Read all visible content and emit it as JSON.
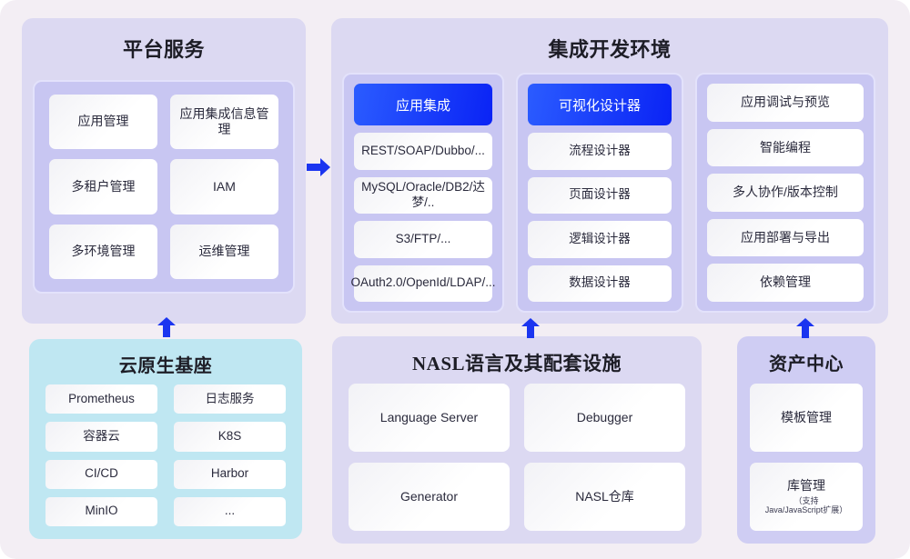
{
  "meta": {
    "background_color": "#f3eef4",
    "accent_blue": "#1b35f0",
    "panel_purple": "#dcd9f2",
    "inner_purple": "#c8c6f2",
    "cloud_cyan": "#bfe7f2",
    "asset_purple": "#cfcdf3"
  },
  "platform_services": {
    "title": "平台服务",
    "items": [
      "应用管理",
      "应用集成信息管理",
      "多租户管理",
      "IAM",
      "多环境管理",
      "运维管理"
    ]
  },
  "ide": {
    "title": "集成开发环境",
    "columns": [
      {
        "header": "应用集成",
        "items": [
          "REST/SOAP/Dubbo/...",
          "MySQL/Oracle/DB2/达梦/..",
          "S3/FTP/...",
          "OAuth2.0/OpenId/LDAP/..."
        ]
      },
      {
        "header": "可视化设计器",
        "items": [
          "流程设计器",
          "页面设计器",
          "逻辑设计器",
          "数据设计器"
        ]
      },
      {
        "header": null,
        "items": [
          "应用调试与预览",
          "智能编程",
          "多人协作/版本控制",
          "应用部署与导出",
          "依赖管理"
        ]
      }
    ]
  },
  "cloud_native": {
    "title": "云原生基座",
    "items": [
      "Prometheus",
      "日志服务",
      "容器云",
      "K8S",
      "CI/CD",
      "Harbor",
      "MinIO",
      "..."
    ]
  },
  "nasl": {
    "title": "NASL语言及其配套设施",
    "items": [
      "Language Server",
      "Debugger",
      "Generator",
      "NASL仓库"
    ]
  },
  "asset_center": {
    "title": "资产中心",
    "items": [
      {
        "label": "模板管理",
        "sub": null
      },
      {
        "label": "库管理",
        "sub": "（支持\nJava/JavaScript扩展）"
      }
    ]
  },
  "arrows": {
    "platform_to_ide": "arrow-right-icon",
    "cloud_to_platform": "arrow-up-icon",
    "nasl_to_ide": "arrow-up-icon",
    "asset_to_ide": "arrow-up-icon"
  }
}
